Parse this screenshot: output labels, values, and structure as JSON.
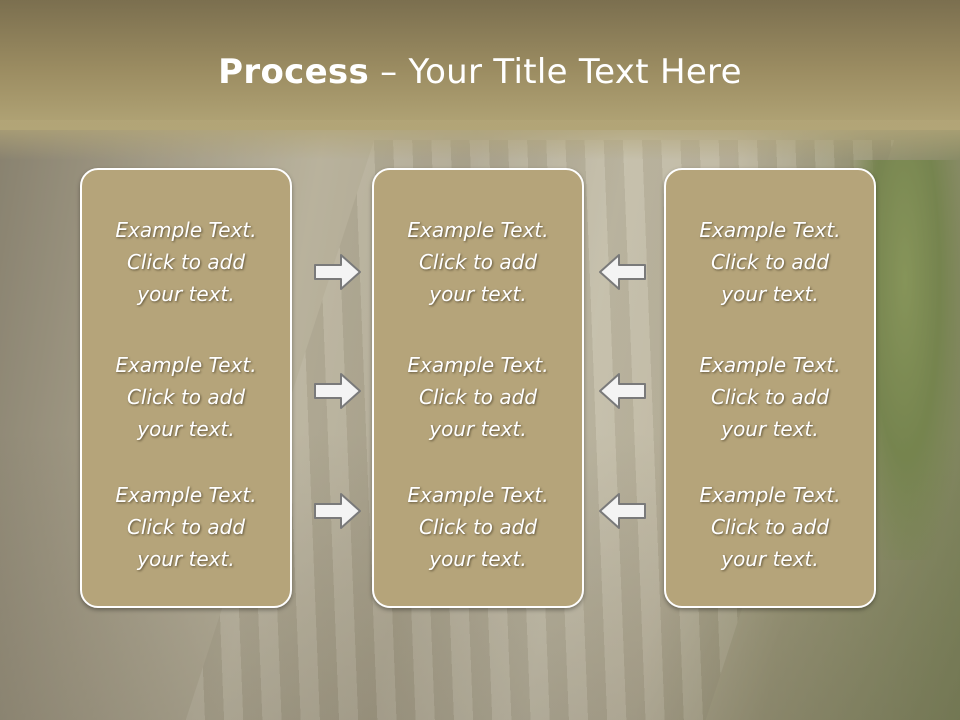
{
  "slide": {
    "title_bold": "Process",
    "title_rest": " – Your Title Text Here"
  },
  "columns": [
    {
      "items": [
        {
          "line1": "Example Text.",
          "line2": "Click  to add",
          "line3": "your text."
        },
        {
          "line1": "Example Text.",
          "line2": "Click  to add",
          "line3": "your text."
        },
        {
          "line1": "Example Text.",
          "line2": "Click  to add",
          "line3": "your text."
        }
      ]
    },
    {
      "items": [
        {
          "line1": "Example Text.",
          "line2": "Click  to add",
          "line3": "your text."
        },
        {
          "line1": "Example Text.",
          "line2": "Click  to add",
          "line3": "your text."
        },
        {
          "line1": "Example Text.",
          "line2": "Click  to add",
          "line3": "your text."
        }
      ]
    },
    {
      "items": [
        {
          "line1": "Example Text.",
          "line2": "Click  to add",
          "line3": "your text."
        },
        {
          "line1": "Example Text.",
          "line2": "Click  to add",
          "line3": "your text."
        },
        {
          "line1": "Example Text.",
          "line2": "Click  to add",
          "line3": "your text."
        }
      ]
    }
  ],
  "arrows": {
    "left_group": "right-arrow-icon",
    "right_group": "left-arrow-icon"
  },
  "colors": {
    "header": "#9c8d62",
    "box_fill": "#b5a47a",
    "text": "#ffffff"
  }
}
